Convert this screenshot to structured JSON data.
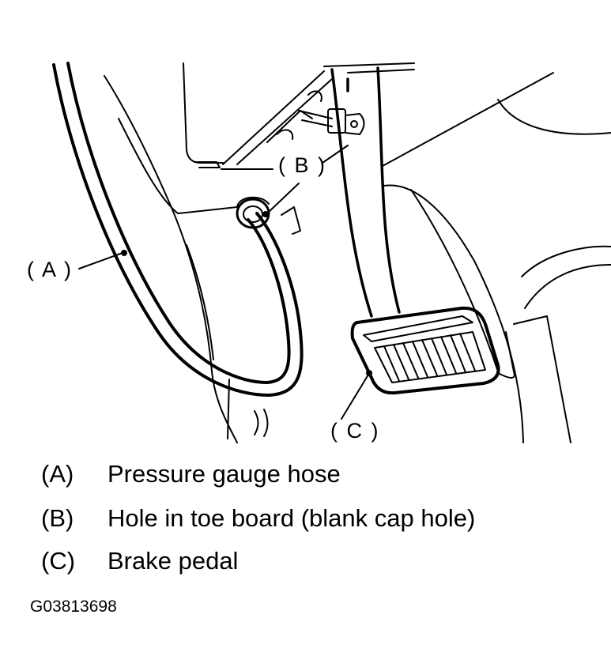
{
  "diagram": {
    "callouts": [
      {
        "id": "A",
        "text": "( A )"
      },
      {
        "id": "B",
        "text": "( B )"
      },
      {
        "id": "C",
        "text": "( C )"
      }
    ]
  },
  "legend": [
    {
      "code": "(A)",
      "description": "Pressure gauge hose"
    },
    {
      "code": "(B)",
      "description": "Hole in toe board (blank cap hole)"
    },
    {
      "code": "(C)",
      "description": "Brake pedal"
    }
  ],
  "figure_id": "G03813698"
}
